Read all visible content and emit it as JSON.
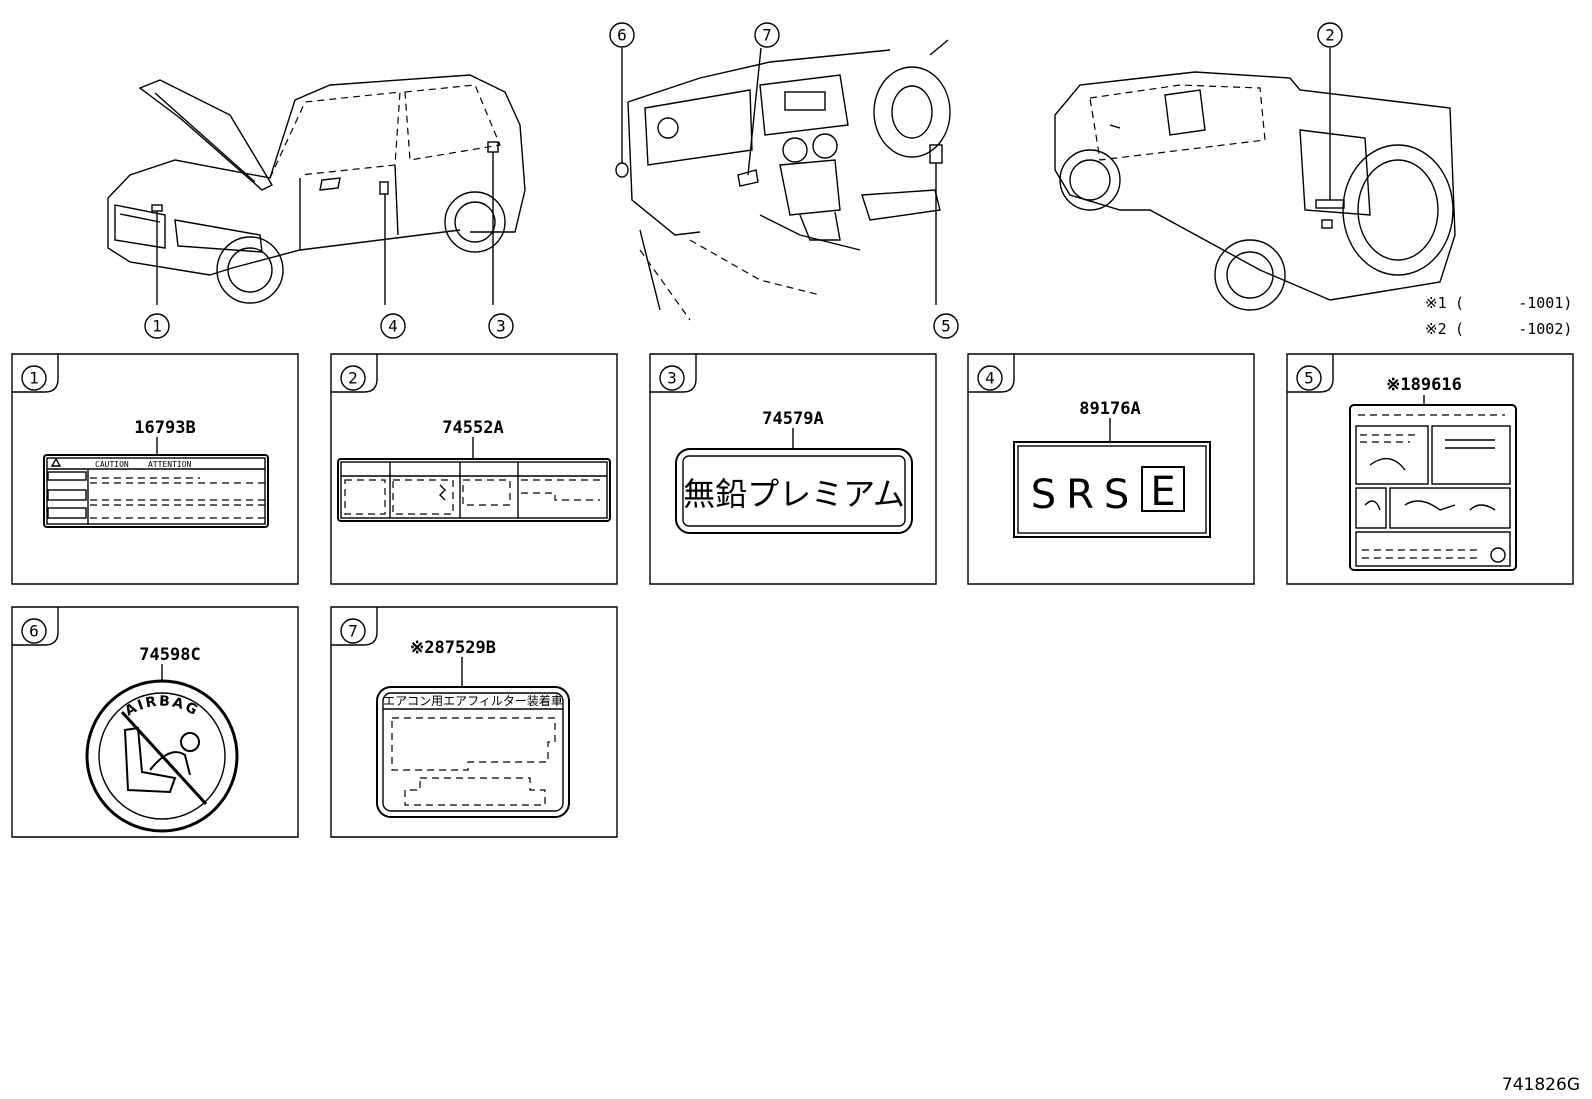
{
  "callouts": [
    "1",
    "2",
    "3",
    "4",
    "5",
    "6",
    "7"
  ],
  "notes": [
    {
      "mark": "※1",
      "text": "(      -1001)"
    },
    {
      "mark": "※2",
      "text": "(      -1002)"
    }
  ],
  "panels": [
    {
      "no": "1",
      "part": "16793B",
      "label_text": "CAUTION    ATTENTION"
    },
    {
      "no": "2",
      "part": "74552A"
    },
    {
      "no": "3",
      "part": "74579A",
      "label_text": "無鉛プレミアム"
    },
    {
      "no": "4",
      "part": "89176A",
      "label_text": "SRS",
      "label_box": "E"
    },
    {
      "no": "5",
      "part": "※189616"
    },
    {
      "no": "6",
      "part": "74598C",
      "label_text": "AIRBAG"
    },
    {
      "no": "7",
      "part": "※287529B",
      "label_text": "エアコン用エアフィルター装着車"
    }
  ],
  "diagram_id": "741826G"
}
